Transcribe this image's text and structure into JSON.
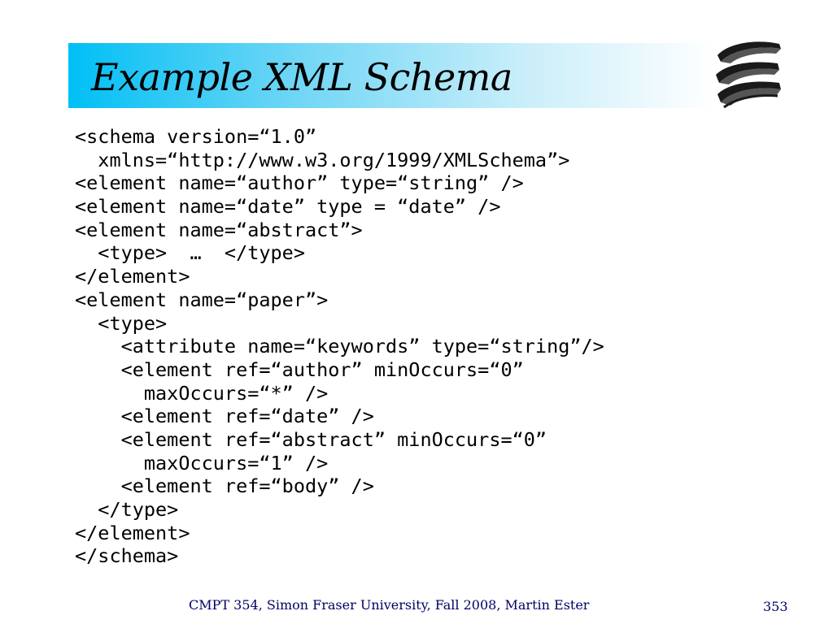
{
  "slide": {
    "title": "Example XML Schema",
    "code_lines": [
      {
        "indent": "",
        "text": "<schema version=“1.0”"
      },
      {
        "indent": "  ",
        "text": "xmlns=“http://www.w3.org/1999/XMLSchema”>"
      },
      {
        "indent": "",
        "text": "<element name=“author” type=“string” />"
      },
      {
        "indent": "",
        "text": "<element name=“date” type = “date” />"
      },
      {
        "indent": "",
        "text": "<element name=“abstract”>"
      },
      {
        "indent": "  ",
        "text": "<type>  …  </type>"
      },
      {
        "indent": "",
        "text": "</element>"
      },
      {
        "indent": "",
        "text": "<element name=“paper”>"
      },
      {
        "indent": "  ",
        "text": "<type>"
      },
      {
        "indent": "    ",
        "text": "<attribute name=“keywords” type=“string”/>"
      },
      {
        "indent": "    ",
        "text": "<element ref=“author” minOccurs=“0”"
      },
      {
        "indent": "      ",
        "text": "maxOccurs=“*” />"
      },
      {
        "indent": "    ",
        "text": "<element ref=“date” />"
      },
      {
        "indent": "    ",
        "text": "<element ref=“abstract” minOccurs=“0”"
      },
      {
        "indent": "      ",
        "text": "maxOccurs=“1” />"
      },
      {
        "indent": "    ",
        "text": "<element ref=“body” />"
      },
      {
        "indent": "  ",
        "text": "</type>"
      },
      {
        "indent": "",
        "text": "</element>"
      },
      {
        "indent": "",
        "text": "</schema>"
      }
    ]
  },
  "footer": {
    "course_info": "CMPT 354, Simon Fraser University, Fall 2008, Martin Ester",
    "page_number": "353"
  },
  "colors": {
    "banner_accent": "#00bff5",
    "footer_text": "#000066"
  },
  "icons": {
    "logo": "stacked-disks-database-icon"
  }
}
